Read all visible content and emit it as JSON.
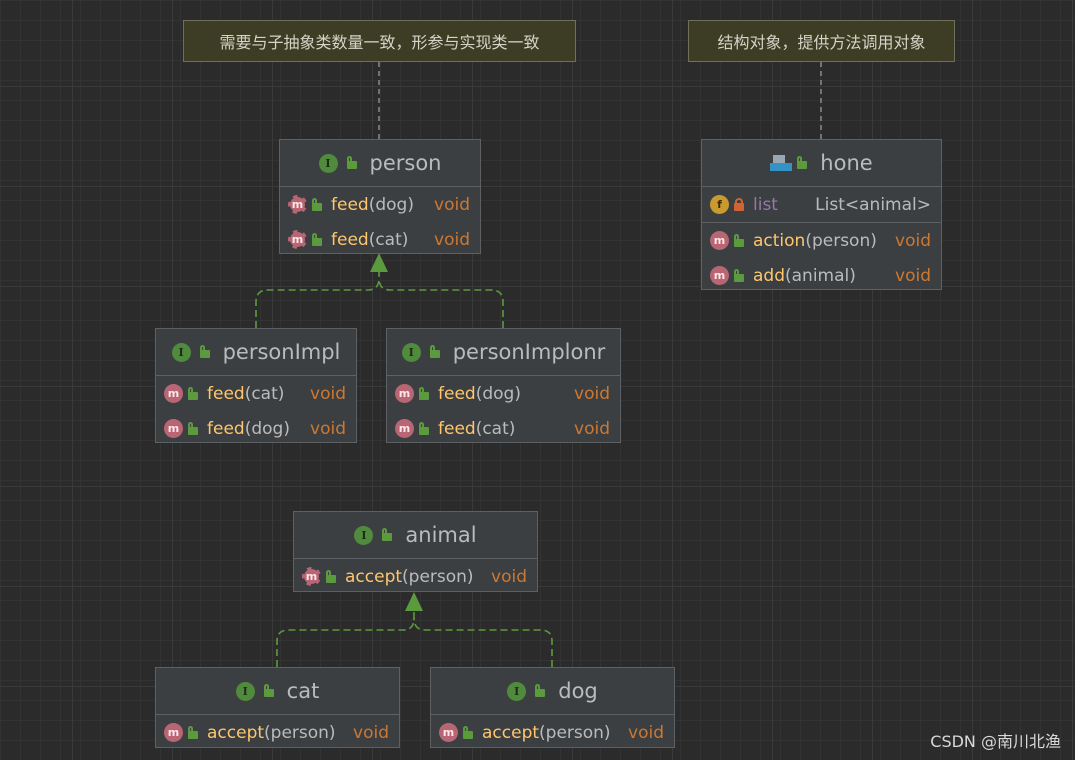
{
  "notes": {
    "left": "需要与子抽象类数量一致，形参与实现类一致",
    "right": "结构对象，提供方法调用对象"
  },
  "classes": {
    "person": {
      "name": "person",
      "kind": "interface",
      "methods": [
        {
          "name": "feed",
          "args": "(dog)",
          "type": "void"
        },
        {
          "name": "feed",
          "args": "(cat)",
          "type": "void"
        }
      ]
    },
    "hone": {
      "name": "hone",
      "kind": "struct",
      "fields": [
        {
          "name": "list",
          "type": "List<animal>"
        }
      ],
      "methods": [
        {
          "name": "action",
          "args": "(person)",
          "type": "void"
        },
        {
          "name": "add",
          "args": "(animal)",
          "type": "void"
        }
      ]
    },
    "personImpl": {
      "name": "personImpl",
      "kind": "interface",
      "methods": [
        {
          "name": "feed",
          "args": "(cat)",
          "type": "void"
        },
        {
          "name": "feed",
          "args": "(dog)",
          "type": "void"
        }
      ]
    },
    "personImplonr": {
      "name": "personImplonr",
      "kind": "interface",
      "methods": [
        {
          "name": "feed",
          "args": "(dog)",
          "type": "void"
        },
        {
          "name": "feed",
          "args": "(cat)",
          "type": "void"
        }
      ]
    },
    "animal": {
      "name": "animal",
      "kind": "interface",
      "methods": [
        {
          "name": "accept",
          "args": "(person)",
          "type": "void"
        }
      ]
    },
    "cat": {
      "name": "cat",
      "kind": "interface",
      "methods": [
        {
          "name": "accept",
          "args": "(person)",
          "type": "void"
        }
      ]
    },
    "dog": {
      "name": "dog",
      "kind": "interface",
      "methods": [
        {
          "name": "accept",
          "args": "(person)",
          "type": "void"
        }
      ]
    }
  },
  "icons": {
    "interface_badge": "I",
    "method_badge": "m",
    "field_badge": "f"
  },
  "relations": [
    {
      "from": "personImpl",
      "to": "person",
      "type": "realization"
    },
    {
      "from": "personImplonr",
      "to": "person",
      "type": "realization"
    },
    {
      "from": "cat",
      "to": "animal",
      "type": "realization"
    },
    {
      "from": "dog",
      "to": "animal",
      "type": "realization"
    }
  ],
  "colors": {
    "background": "#2b2b2b",
    "note_bg": "#3c3d24",
    "class_bg": "#3c3f41",
    "method_name": "#ffc66d",
    "field_name": "#9876aa",
    "return_type": "#cc7832",
    "relation": "#5c9a3e"
  },
  "watermark": "CSDN @南川北渔"
}
